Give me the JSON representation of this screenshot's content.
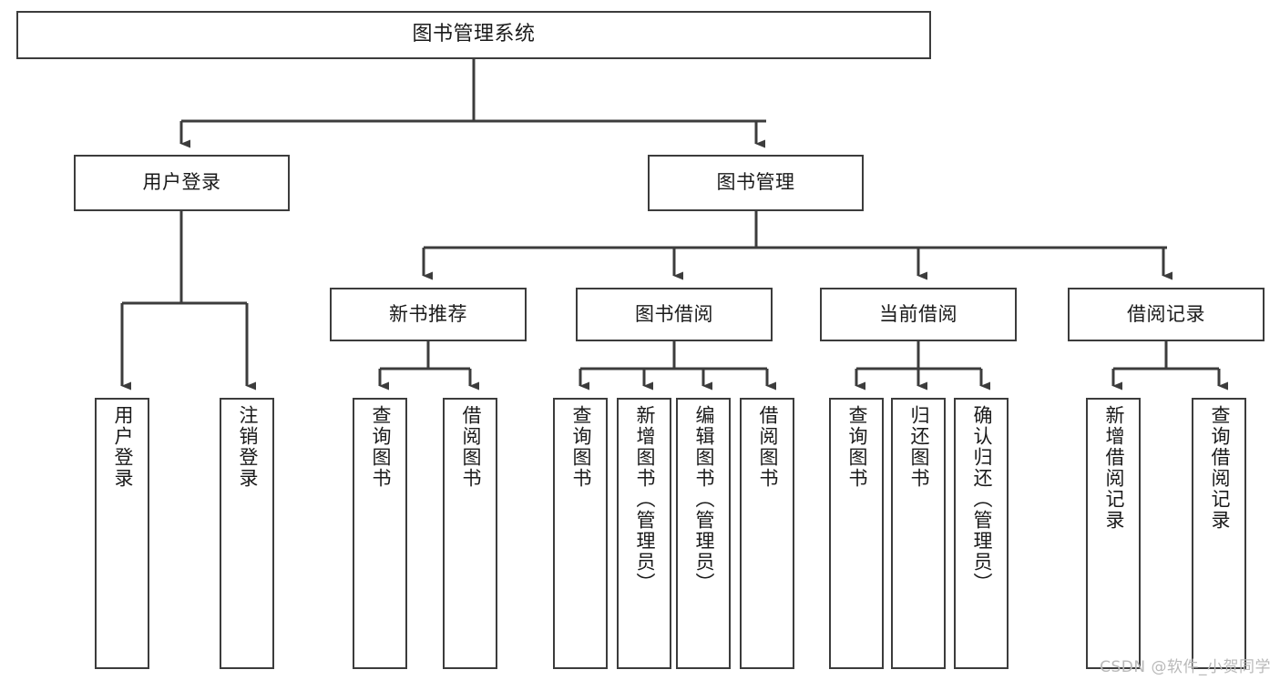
{
  "diagram": {
    "type": "tree-hierarchy-chart",
    "title": "图书管理系统",
    "colors": {
      "box_border": "#3c3c3c",
      "box_fill": "#ffffff",
      "connector": "#3c3c3c",
      "text": "#1a1a1a",
      "watermark": "#b9b9b9",
      "background": "#ffffff"
    },
    "root": {
      "label": "图书管理系统"
    },
    "level2": [
      {
        "label": "用户登录"
      },
      {
        "label": "图书管理"
      }
    ],
    "level3": [
      {
        "label": "新书推荐"
      },
      {
        "label": "图书借阅"
      },
      {
        "label": "当前借阅"
      },
      {
        "label": "借阅记录"
      }
    ],
    "leaves": {
      "user_login": [
        {
          "label": "用户登录"
        },
        {
          "label": "注销登录"
        }
      ],
      "new_book_recommend": [
        {
          "label": "查询图书"
        },
        {
          "label": "借阅图书"
        }
      ],
      "book_borrow": [
        {
          "label": "查询图书"
        },
        {
          "label": "新增图书（管理员）"
        },
        {
          "label": "编辑图书（管理员）"
        },
        {
          "label": "借阅图书"
        }
      ],
      "current_borrow": [
        {
          "label": "查询图书"
        },
        {
          "label": "归还图书"
        },
        {
          "label": "确认归还（管理员）"
        }
      ],
      "borrow_record": [
        {
          "label": "新增借阅记录"
        },
        {
          "label": "查询借阅记录"
        }
      ]
    }
  },
  "watermark": {
    "text": "CSDN @软件_小贺同学"
  }
}
